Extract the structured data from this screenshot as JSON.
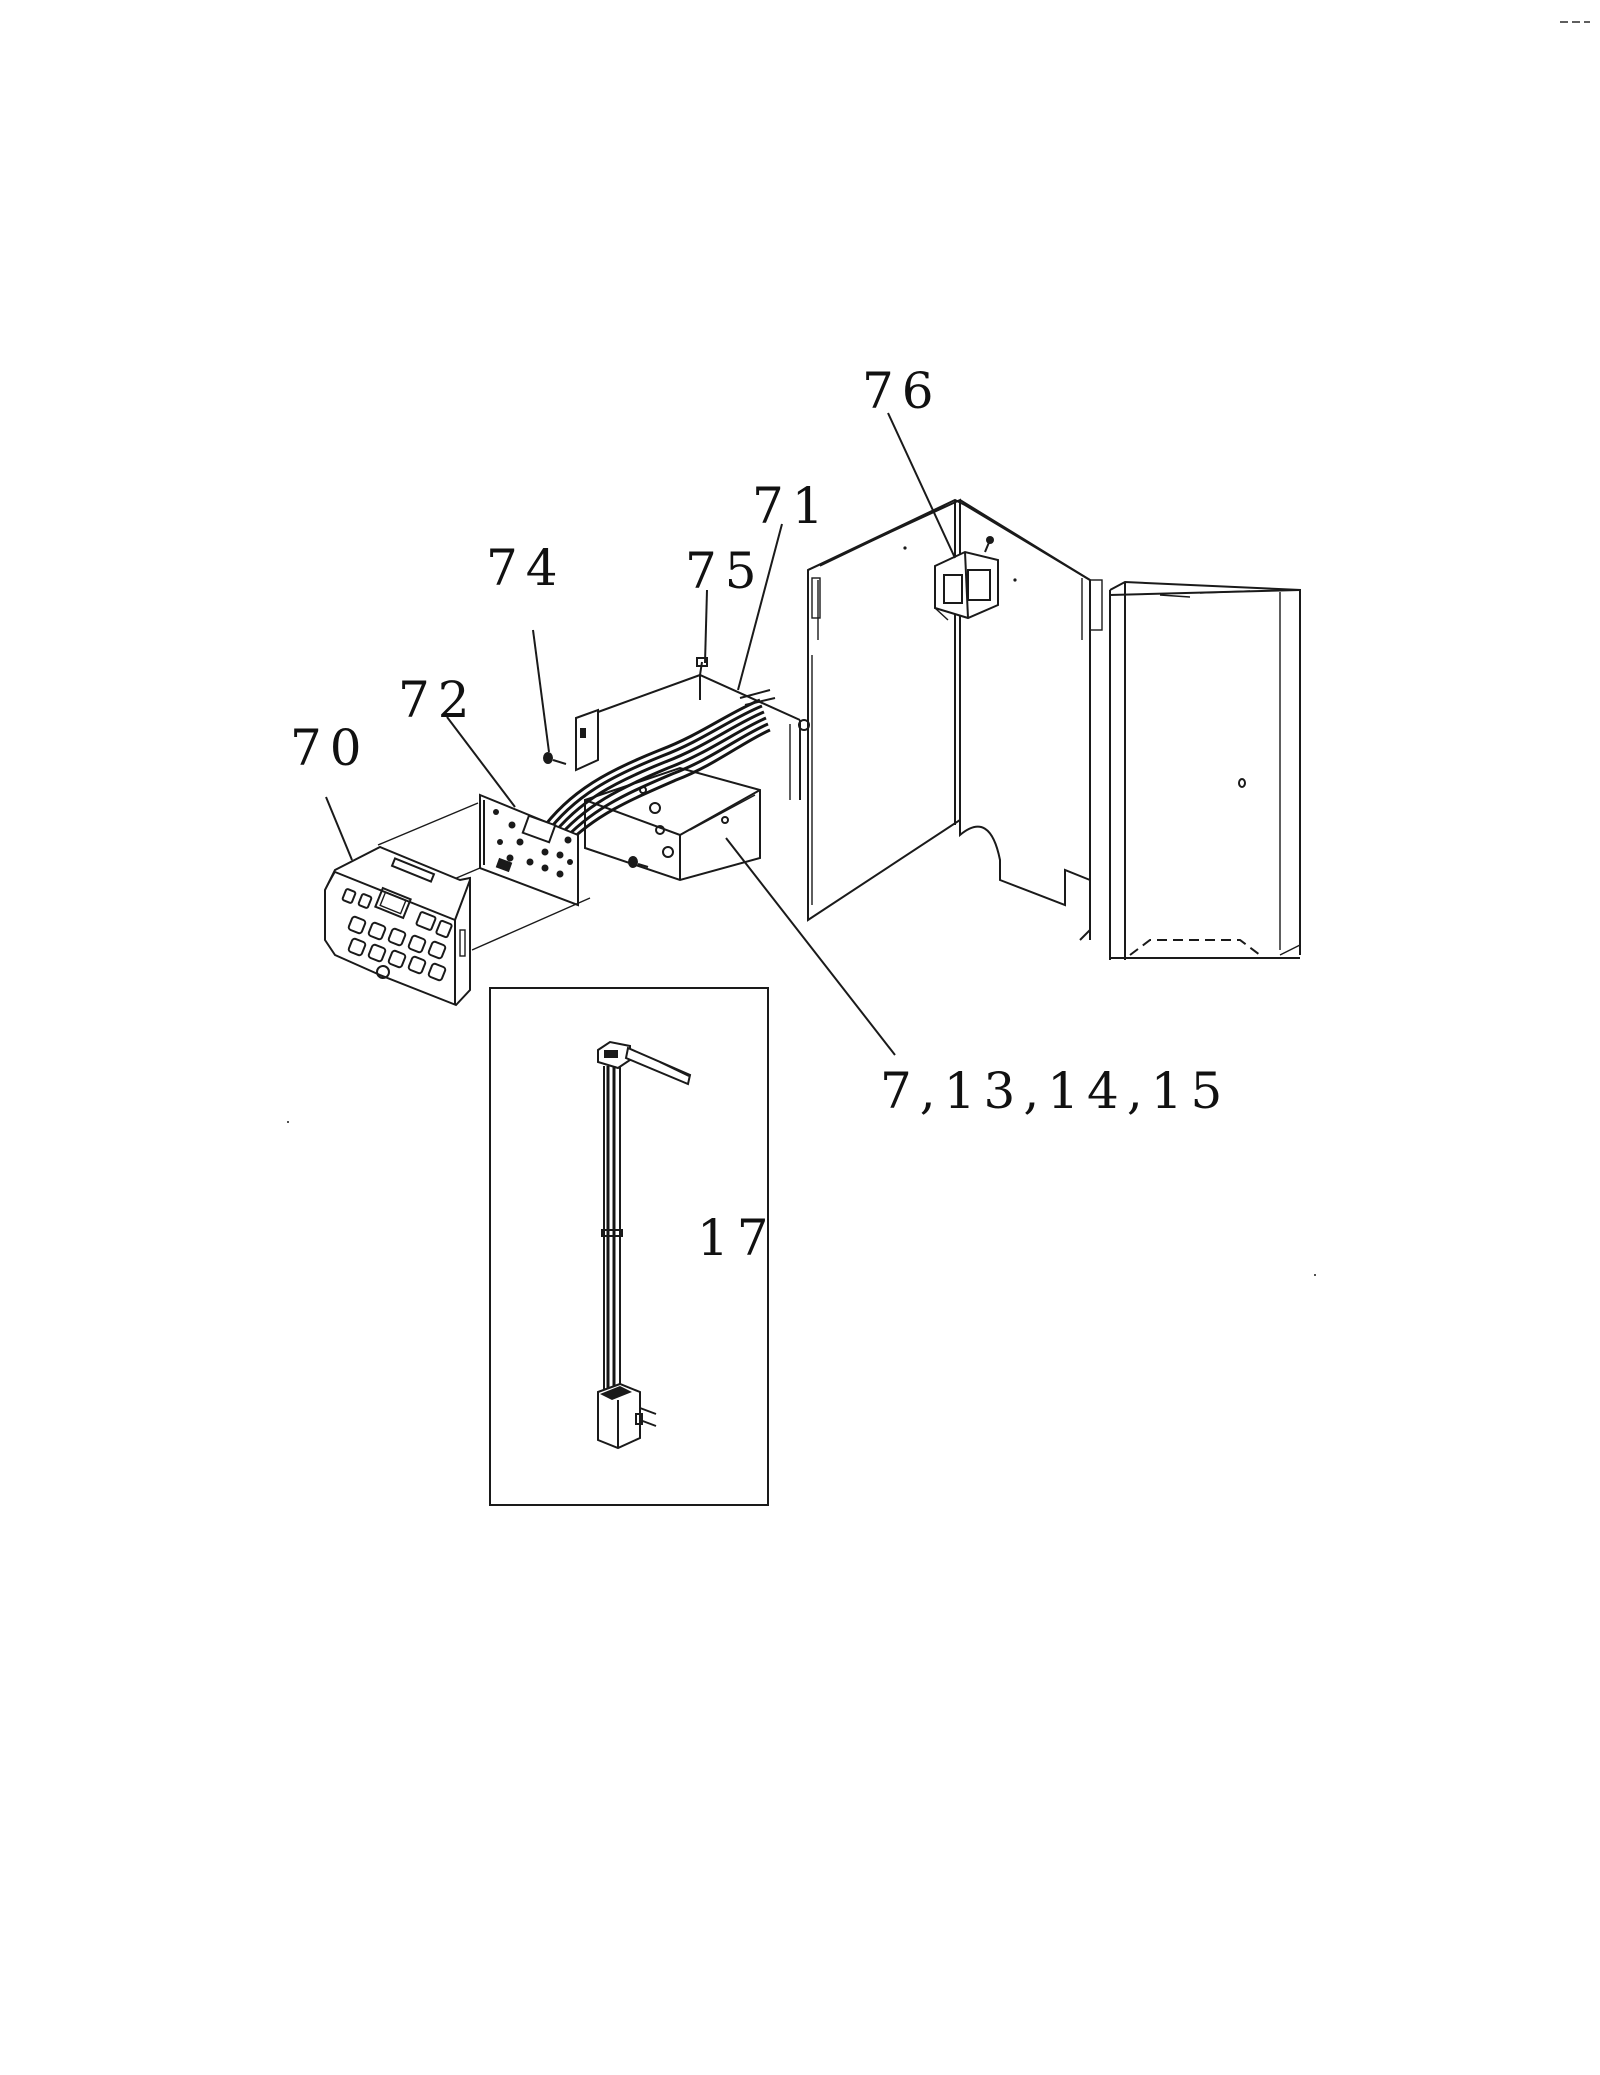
{
  "callouts": {
    "p70": "70",
    "p71": "71",
    "p72": "72",
    "p74": "74",
    "p75": "75",
    "p76": "76",
    "p_group": "7,13,14,15",
    "p17": "17"
  },
  "colors": {
    "ink": "#1a1a1a",
    "paper": "#ffffff"
  }
}
